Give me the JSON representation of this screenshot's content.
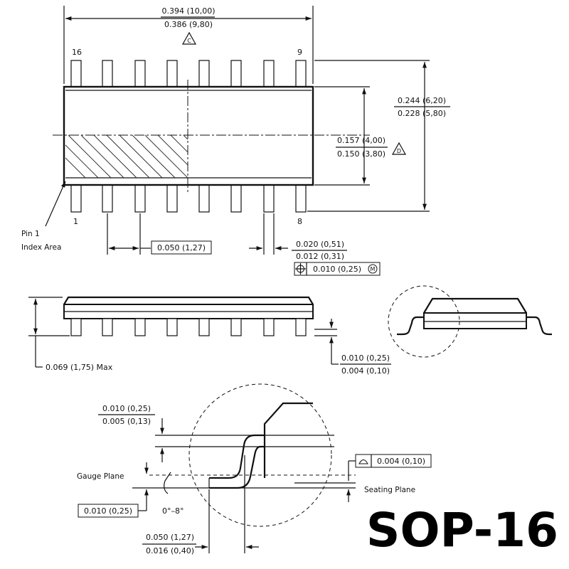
{
  "title": "SOP-16",
  "top_view": {
    "length_max": "0.394 (10,00)",
    "length_min": "0.386 (9,80)",
    "length_note": "C",
    "pin_16": "16",
    "pin_9": "9",
    "pin_1": "1",
    "pin_8": "8",
    "overall_width_max": "0.244 (6,20)",
    "overall_width_min": "0.228 (5,80)",
    "body_width_max": "0.157 (4,00)",
    "body_width_min": "0.150 (3,80)",
    "body_width_note": "D",
    "pin1_label_line1": "Pin 1",
    "pin1_label_line2": "Index Area",
    "pitch": "0.050 (1,27)",
    "lead_width_max": "0.020 (0,51)",
    "lead_width_min": "0.012 (0,31)",
    "position_tolerance": "0.010 (0,25)",
    "position_modifier": "M"
  },
  "side_view": {
    "height_max": "0.069 (1,75) Max",
    "standoff_max": "0.010 (0,25)",
    "standoff_min": "0.004 (0,10)"
  },
  "detail_view": {
    "lead_thickness_max": "0.010 (0,25)",
    "lead_thickness_min": "0.005 (0,13)",
    "gauge_plane_label": "Gauge Plane",
    "gauge_offset": "0.010 (0,25)",
    "angle": "0°–8°",
    "foot_length_max": "0.050 (1,27)",
    "foot_length_min": "0.016 (0,40)",
    "coplanarity": "0.004 (0,10)",
    "seating_plane_label": "Seating Plane"
  }
}
